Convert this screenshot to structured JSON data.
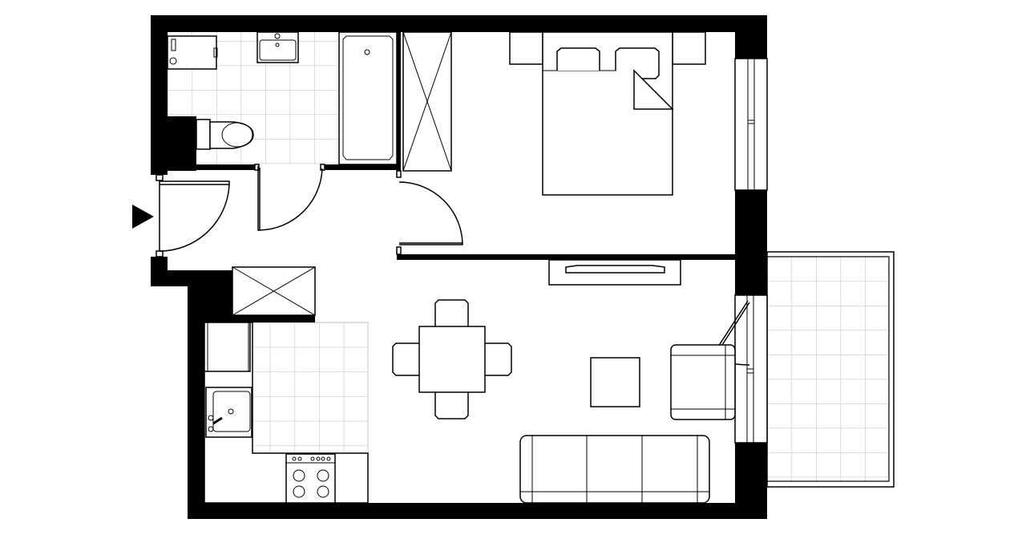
{
  "plan": {
    "colors": {
      "wall": "#000000",
      "floor": "#ffffff",
      "tile_grid": "#c8c8c8",
      "line": "#000000"
    },
    "icons": [
      "entrance-arrow-icon",
      "door-swing-icon",
      "window-icon",
      "bed-icon",
      "sofa-icon",
      "armchair-icon",
      "dining-table-icon",
      "stove-icon",
      "sink-icon",
      "toilet-icon",
      "bathtub-icon",
      "washing-machine-icon",
      "wardrobe-icon",
      "tv-icon"
    ],
    "rooms": [
      "bathroom",
      "hallway",
      "bedroom",
      "kitchen",
      "living-room",
      "balcony"
    ]
  }
}
